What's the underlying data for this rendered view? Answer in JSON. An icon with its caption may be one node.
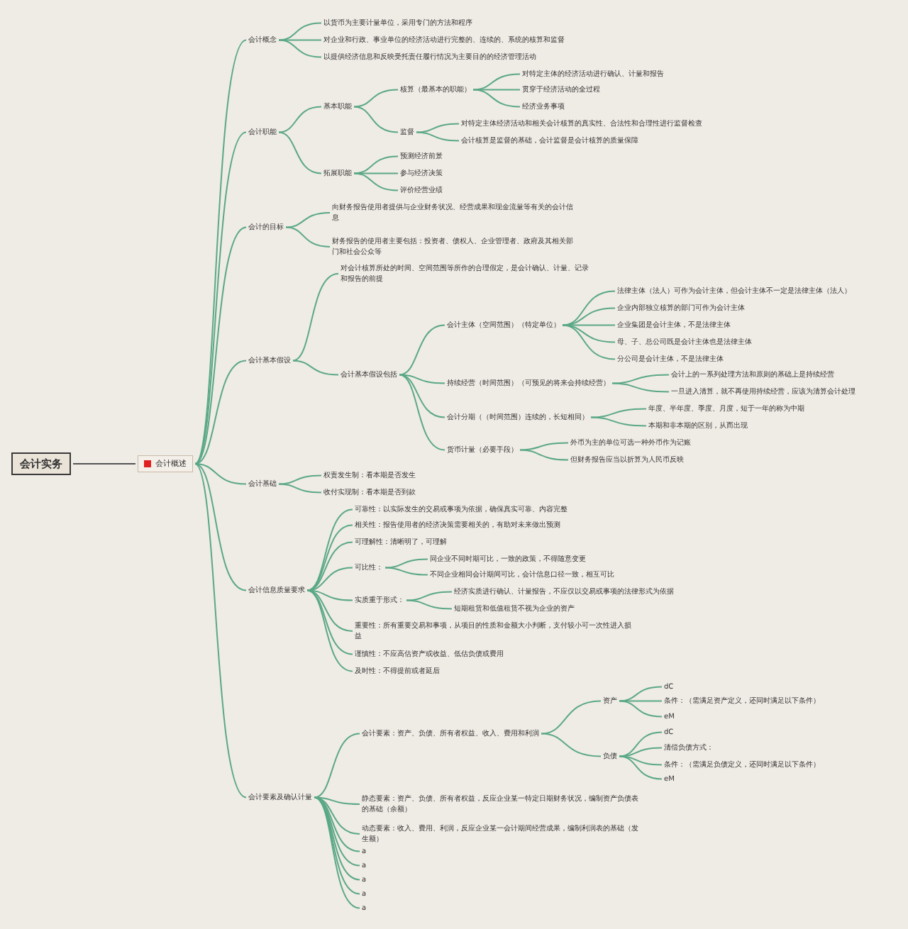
{
  "diagram": {
    "nodes": [
      {
        "text": [
          "会计实务"
        ]
      },
      {
        "text": [
          "会计概述"
        ]
      },
      {
        "text": [
          "会计概念"
        ]
      },
      {
        "text": [
          "以货币为主要计量单位，采用专门的方法和程序"
        ]
      },
      {
        "text": [
          "对企业和行政、事业单位的经济活动进行完整的、连续的、系统的核算和监督"
        ]
      },
      {
        "text": [
          "以提供经济信息和反映受托责任履行情况为主要目的的经济管理活动"
        ]
      },
      {
        "text": [
          "会计职能"
        ]
      },
      {
        "text": [
          "基本职能"
        ]
      },
      {
        "text": [
          "核算（最基本的职能）"
        ]
      },
      {
        "text": [
          "对特定主体的经济活动进行确认、计量和报告"
        ]
      },
      {
        "text": [
          "贯穿于经济活动的全过程"
        ]
      },
      {
        "text": [
          "经济业务事项"
        ]
      },
      {
        "text": [
          "监督"
        ]
      },
      {
        "text": [
          "对特定主体经济活动和相关会计核算的真实性、合法性和合理性进行监督检查"
        ]
      },
      {
        "text": [
          "会计核算是监督的基础，会计监督是会计核算的质量保障"
        ]
      },
      {
        "text": [
          "拓展职能"
        ]
      },
      {
        "text": [
          "预测经济前景"
        ]
      },
      {
        "text": [
          "参与经济决策"
        ]
      },
      {
        "text": [
          "评价经营业绩"
        ]
      },
      {
        "text": [
          "会计的目标"
        ]
      },
      {
        "text": [
          "向财务报告使用者提供与企业财务状况、经营成果和现金流量等有关的会计信息"
        ]
      },
      {
        "text": [
          "财务报告的使用者主要包括：投资者、债权人、企业管理者、政府及其相关部门和社会公众等"
        ]
      },
      {
        "text": [
          "会计基本假设"
        ]
      },
      {
        "text": [
          "对会计核算所处的时间、空间范围等所作的合理假定，是会计确认、计量、记录和报告的前提"
        ]
      },
      {
        "text": [
          "会计基本假设包括"
        ]
      },
      {
        "text": [
          "会计主体（空间范围）（特定单位）"
        ]
      },
      {
        "text": [
          "法律主体（法人）可作为会计主体，但会计主体不一定是法律主体（法人）"
        ]
      },
      {
        "text": [
          "企业内部独立核算的部门可作为会计主体"
        ]
      },
      {
        "text": [
          "企业集团是会计主体，不是法律主体"
        ]
      },
      {
        "text": [
          "母、子、总公司既是会计主体也是法律主体"
        ]
      },
      {
        "text": [
          "分公司是会计主体，不是法律主体"
        ]
      },
      {
        "text": [
          "持续经营（时间范围）（可预见的将来会持续经营）"
        ]
      },
      {
        "text": [
          "会计上的一系列处理方法和原则的基础上是持续经营"
        ]
      },
      {
        "text": [
          "一旦进入清算，就不再使用持续经营，应该为清算会计处理"
        ]
      },
      {
        "text": [
          "会计分期（（时间范围）连续的，长短相同）"
        ]
      },
      {
        "text": [
          "年度、半年度、季度、月度，短于一年的称为中期"
        ]
      },
      {
        "text": [
          "本期和非本期的区别，从而出现"
        ]
      },
      {
        "text": [
          "货币计量（必要手段）"
        ]
      },
      {
        "text": [
          "外币为主的单位可选一种外币作为记账"
        ]
      },
      {
        "text": [
          "但财务报告应当以折算为人民币反映"
        ]
      },
      {
        "text": [
          "会计基础"
        ]
      },
      {
        "text": [
          "权责发生制：看本期是否发生"
        ]
      },
      {
        "text": [
          "收付实现制：看本期是否到款"
        ]
      },
      {
        "text": [
          "会计信息质量要求"
        ]
      },
      {
        "text": [
          "可靠性：以实际发生的交易或事项为依据，确保真实可靠、内容完整"
        ]
      },
      {
        "text": [
          "相关性：报告使用者的经济决策需要相关的，有助对未来做出预测"
        ]
      },
      {
        "text": [
          "可理解性：清晰明了，可理解"
        ]
      },
      {
        "text": [
          "可比性："
        ]
      },
      {
        "text": [
          "同企业不同时期可比，一致的政策，不得随意变更"
        ]
      },
      {
        "text": [
          "不同企业相同会计期间可比，会计信息口径一致，相互可比"
        ]
      },
      {
        "text": [
          "实质重于形式："
        ]
      },
      {
        "text": [
          "经济实质进行确认、计量报告，不应仅以交易或事项的法律形式为依据"
        ]
      },
      {
        "text": [
          "短期租赁和低值租赁不视为企业的资产"
        ]
      },
      {
        "text": [
          "重要性：所有重要交易和事项，从项目的性质和金额大小判断，支付较小可一次性进入损益"
        ]
      },
      {
        "text": [
          "谨慎性：不应高估资产或收益、低估负债或费用"
        ]
      },
      {
        "text": [
          "及时性：不得提前或者延后"
        ]
      },
      {
        "text": [
          "会计要素及确认计量"
        ]
      },
      {
        "text": [
          "会计要素：资产、负债、所有者权益、收入、费用和利润"
        ]
      },
      {
        "text": [
          "资产"
        ]
      },
      {
        "text": [
          "dC"
        ]
      },
      {
        "text": [
          "条件：（需满足资产定义，还同时满足以下条件）"
        ]
      },
      {
        "text": [
          "eM"
        ]
      },
      {
        "text": [
          "负债"
        ]
      },
      {
        "text": [
          "dC"
        ]
      },
      {
        "text": [
          "清偿负债方式："
        ]
      },
      {
        "text": [
          "条件：（需满足负债定义，还同时满足以下条件）"
        ]
      },
      {
        "text": [
          "eM"
        ]
      },
      {
        "text": [
          "静态要素：资产、负债、所有者权益，反应企业某一特定日期财务状况，编制资产负债表的基础（余额）"
        ]
      },
      {
        "text": [
          "动态要素：收入、费用、利润，反应企业某一会计期间经营成果，编制利润表的基础（发生额）"
        ]
      },
      {
        "text": [
          "a"
        ]
      },
      {
        "text": [
          "a"
        ]
      },
      {
        "text": [
          "a"
        ]
      },
      {
        "text": [
          "a"
        ]
      },
      {
        "text": [
          "a"
        ]
      }
    ],
    "edges": [
      {
        "from": 0,
        "to": 1,
        "arrow": "none"
      },
      {
        "from": 1,
        "to": 2,
        "arrow": "none"
      },
      {
        "from": 2,
        "to": 3,
        "arrow": "none"
      },
      {
        "from": 2,
        "to": 4,
        "arrow": "none"
      },
      {
        "from": 2,
        "to": 5,
        "arrow": "none"
      },
      {
        "from": 1,
        "to": 6,
        "arrow": "none"
      },
      {
        "from": 6,
        "to": 7,
        "arrow": "none"
      },
      {
        "from": 7,
        "to": 8,
        "arrow": "none"
      },
      {
        "from": 8,
        "to": 9,
        "arrow": "none"
      },
      {
        "from": 8,
        "to": 10,
        "arrow": "none"
      },
      {
        "from": 8,
        "to": 11,
        "arrow": "none"
      },
      {
        "from": 7,
        "to": 12,
        "arrow": "none"
      },
      {
        "from": 12,
        "to": 13,
        "arrow": "none"
      },
      {
        "from": 12,
        "to": 14,
        "arrow": "none"
      },
      {
        "from": 6,
        "to": 15,
        "arrow": "none"
      },
      {
        "from": 15,
        "to": 16,
        "arrow": "none"
      },
      {
        "from": 15,
        "to": 17,
        "arrow": "none"
      },
      {
        "from": 15,
        "to": 18,
        "arrow": "none"
      },
      {
        "from": 1,
        "to": 19,
        "arrow": "none"
      },
      {
        "from": 19,
        "to": 20,
        "arrow": "none"
      },
      {
        "from": 19,
        "to": 21,
        "arrow": "none"
      },
      {
        "from": 1,
        "to": 22,
        "arrow": "none"
      },
      {
        "from": 22,
        "to": 23,
        "arrow": "none"
      },
      {
        "from": 22,
        "to": 24,
        "arrow": "none"
      },
      {
        "from": 24,
        "to": 25,
        "arrow": "none"
      },
      {
        "from": 25,
        "to": 26,
        "arrow": "none"
      },
      {
        "from": 25,
        "to": 27,
        "arrow": "none"
      },
      {
        "from": 25,
        "to": 28,
        "arrow": "none"
      },
      {
        "from": 25,
        "to": 29,
        "arrow": "none"
      },
      {
        "from": 25,
        "to": 30,
        "arrow": "none"
      },
      {
        "from": 24,
        "to": 31,
        "arrow": "none"
      },
      {
        "from": 31,
        "to": 32,
        "arrow": "none"
      },
      {
        "from": 31,
        "to": 33,
        "arrow": "none"
      },
      {
        "from": 24,
        "to": 34,
        "arrow": "none"
      },
      {
        "from": 34,
        "to": 35,
        "arrow": "none"
      },
      {
        "from": 34,
        "to": 36,
        "arrow": "none"
      },
      {
        "from": 24,
        "to": 37,
        "arrow": "none"
      },
      {
        "from": 37,
        "to": 38,
        "arrow": "none"
      },
      {
        "from": 37,
        "to": 39,
        "arrow": "none"
      },
      {
        "from": 1,
        "to": 40,
        "arrow": "none"
      },
      {
        "from": 40,
        "to": 41,
        "arrow": "none"
      },
      {
        "from": 40,
        "to": 42,
        "arrow": "none"
      },
      {
        "from": 1,
        "to": 43,
        "arrow": "none"
      },
      {
        "from": 43,
        "to": 44,
        "arrow": "none"
      },
      {
        "from": 43,
        "to": 45,
        "arrow": "none"
      },
      {
        "from": 43,
        "to": 46,
        "arrow": "none"
      },
      {
        "from": 43,
        "to": 47,
        "arrow": "none"
      },
      {
        "from": 47,
        "to": 48,
        "arrow": "none"
      },
      {
        "from": 47,
        "to": 49,
        "arrow": "none"
      },
      {
        "from": 43,
        "to": 50,
        "arrow": "none"
      },
      {
        "from": 50,
        "to": 51,
        "arrow": "none"
      },
      {
        "from": 50,
        "to": 52,
        "arrow": "none"
      },
      {
        "from": 43,
        "to": 53,
        "arrow": "none"
      },
      {
        "from": 43,
        "to": 54,
        "arrow": "none"
      },
      {
        "from": 43,
        "to": 55,
        "arrow": "none"
      },
      {
        "from": 1,
        "to": 56,
        "arrow": "none"
      },
      {
        "from": 56,
        "to": 57,
        "arrow": "none"
      },
      {
        "from": 57,
        "to": 58,
        "arrow": "none"
      },
      {
        "from": 58,
        "to": 59,
        "arrow": "none"
      },
      {
        "from": 58,
        "to": 60,
        "arrow": "none"
      },
      {
        "from": 58,
        "to": 61,
        "arrow": "none"
      },
      {
        "from": 57,
        "to": 62,
        "arrow": "none"
      },
      {
        "from": 62,
        "to": 63,
        "arrow": "none"
      },
      {
        "from": 62,
        "to": 64,
        "arrow": "none"
      },
      {
        "from": 62,
        "to": 65,
        "arrow": "none"
      },
      {
        "from": 62,
        "to": 66,
        "arrow": "none"
      },
      {
        "from": 56,
        "to": 67,
        "arrow": "none"
      },
      {
        "from": 56,
        "to": 68,
        "arrow": "none"
      },
      {
        "from": 56,
        "to": 69,
        "arrow": "none"
      },
      {
        "from": 56,
        "to": 70,
        "arrow": "none"
      },
      {
        "from": 56,
        "to": 71,
        "arrow": "none"
      },
      {
        "from": 56,
        "to": 72,
        "arrow": "none"
      },
      {
        "from": 56,
        "to": 73,
        "arrow": "none"
      }
    ]
  }
}
